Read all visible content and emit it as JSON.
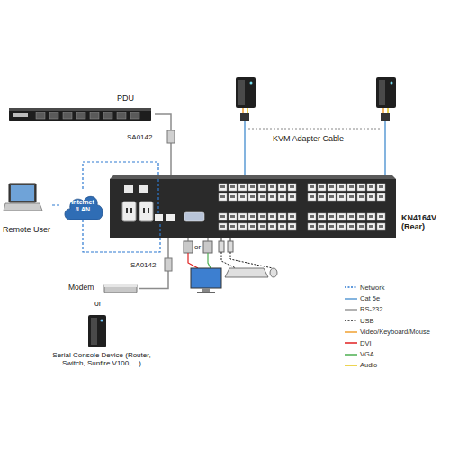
{
  "diagram": {
    "nodes": [
      {
        "text": [
          "PDU"
        ]
      },
      {
        "text": [
          "Remote User"
        ]
      },
      {
        "text": [
          "Internet /LAN"
        ]
      },
      {
        "text": [
          "KN4164V (Rear)"
        ]
      },
      {
        "text": [
          "Modem"
        ]
      },
      {
        "text": [
          "Serial Console Device (Router, Switch, Sunfire V100,....)"
        ]
      }
    ],
    "edges": [
      {
        "from": 0,
        "to": 3,
        "label": "SA0142",
        "arrow": "none"
      },
      {
        "from": 1,
        "to": 2,
        "arrow": "none"
      },
      {
        "from": 2,
        "to": 3,
        "arrow": "none"
      },
      {
        "from": 3,
        "to": 4,
        "label": "SA0142",
        "arrow": "none"
      }
    ],
    "labels": [
      "KVM Adapter Cable",
      "or",
      "or"
    ],
    "legend": [
      {
        "text": "Network"
      },
      {
        "text": "Cat 5e"
      },
      {
        "text": "RS-232"
      },
      {
        "text": "USB"
      },
      {
        "text": "Video/Keyboard/Mouse"
      },
      {
        "text": "DVI"
      },
      {
        "text": "VGA"
      },
      {
        "text": "Audio"
      }
    ]
  }
}
